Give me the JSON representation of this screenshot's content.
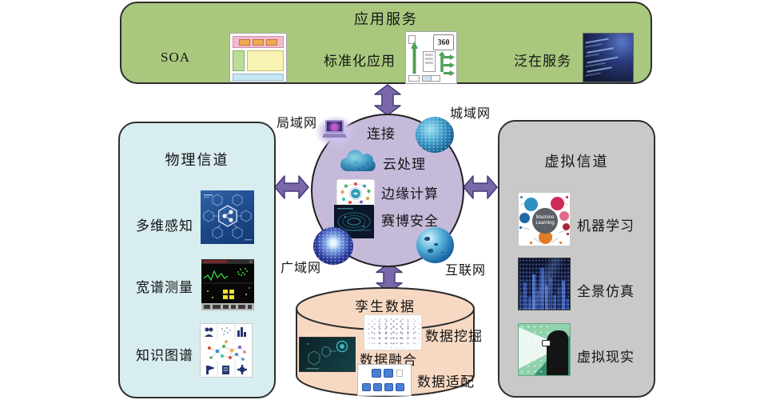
{
  "colors": {
    "app_box_fill": "#a9c87e",
    "physical_panel_fill": "#d8edf0",
    "virtual_panel_fill": "#c9c9c9",
    "core_circle_fill": "#c6badb",
    "twin_cylinder_fill": "#f7d9c3",
    "arrow_fill": "#7b68ab",
    "outline": "#2e2e2e"
  },
  "app_services": {
    "title": "应用服务",
    "items": [
      {
        "label": "SOA",
        "icon": "soa-architecture-thumbnail"
      },
      {
        "label": "标准化应用",
        "icon": "standardized-app-flowchart-thumbnail",
        "thumb_text": "360"
      },
      {
        "label": "泛在服务",
        "icon": "code-screen-thumbnail"
      }
    ]
  },
  "core": {
    "connect_label": "连接",
    "items": [
      {
        "label": "云处理",
        "icon": "cloud-icon"
      },
      {
        "label": "边缘计算",
        "icon": "edge-computing-ring-icon"
      },
      {
        "label": "赛博安全",
        "icon": "cyber-security-radar-icon"
      }
    ],
    "networks": {
      "top_left": {
        "label": "局域网",
        "icon": "laptop-icon"
      },
      "top_right": {
        "label": "城域网",
        "icon": "network-sphere-icon"
      },
      "bottom_left": {
        "label": "广域网",
        "icon": "glowing-bulb-sphere-icon"
      },
      "bottom_right": {
        "label": "互联网",
        "icon": "globe-icon"
      }
    }
  },
  "physical_channel": {
    "title": "物理信道",
    "items": [
      {
        "label": "多维感知",
        "icon": "hexagon-sensing-thumbnail"
      },
      {
        "label": "宽谱测量",
        "icon": "spectrum-analyzer-thumbnail"
      },
      {
        "label": "知识图谱",
        "icon": "knowledge-graph-thumbnail"
      }
    ]
  },
  "virtual_channel": {
    "title": "虚拟信道",
    "items": [
      {
        "label": "机器学习",
        "icon": "machine-learning-mindmap-thumbnail",
        "thumb_text": "Machine Learning"
      },
      {
        "label": "全景仿真",
        "icon": "city-skyline-thumbnail"
      },
      {
        "label": "虚拟现实",
        "icon": "vr-silhouette-thumbnail"
      }
    ]
  },
  "twin_data": {
    "title": "孪生数据",
    "items": [
      {
        "label": "数据挖掘",
        "icon": "scatter-plot-thumbnail"
      },
      {
        "label": "数据融合",
        "icon": "hexagon-fusion-thumbnail"
      },
      {
        "label": "数据适配",
        "icon": "data-adapter-thumbnail"
      }
    ]
  }
}
